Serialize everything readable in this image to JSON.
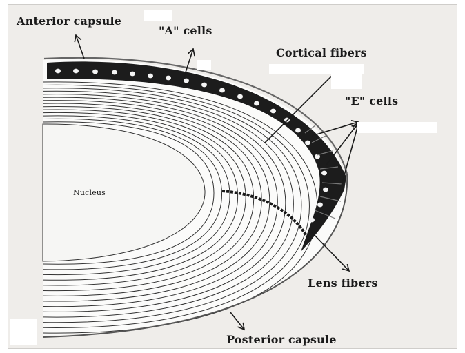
{
  "labels": {
    "anterior_capsule": "Anterior capsule",
    "a_cells": "\"A\" cells",
    "cortical_fibers": "Cortical fibers",
    "e_cells": "\"E\" cells",
    "nucleus": "Nucleus",
    "lens_fibers": "Lens fibers",
    "posterior_capsule": "Posterior capsule"
  },
  "colors": {
    "background": "#efedea",
    "ink": "#1a1a1a",
    "epithelium": "#1c1c1c",
    "nucleus": "#f6f6f4"
  }
}
